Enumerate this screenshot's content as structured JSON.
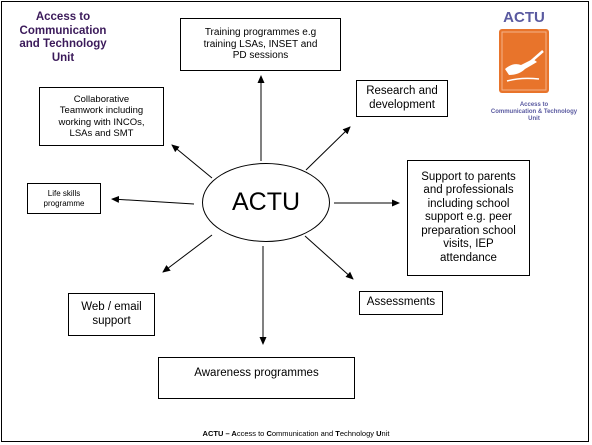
{
  "unit_title": [
    "Access to",
    "Communication",
    "and Technology",
    "Unit"
  ],
  "logo": {
    "title": "ACTU",
    "caption": [
      "Access to",
      "Communication & Technology",
      "Unit"
    ],
    "accent": "#e8742b"
  },
  "hub": "ACTU",
  "boxes": {
    "training": [
      "Training programmes e.g",
      "training LSAs, INSET and",
      "PD sessions"
    ],
    "teamwork": [
      "Collaborative",
      "Teamwork including",
      "working with INCOs,",
      "LSAs and SMT"
    ],
    "research": [
      "Research and",
      "development"
    ],
    "life_skills": [
      "Life skills",
      "programme"
    ],
    "support": [
      "Support to parents",
      "and professionals",
      "including school",
      "support e.g. peer",
      "preparation school",
      "visits, IEP",
      "attendance"
    ],
    "web": [
      "Web / email",
      "support"
    ],
    "assessments": [
      "Assessments"
    ],
    "awareness": [
      "Awareness programmes"
    ]
  },
  "footer": {
    "a1": "ACTU – A",
    "t1": "ccess to ",
    "a2": "C",
    "t2": "ommunication and ",
    "a3": "T",
    "t3": "echnology ",
    "a4": "U",
    "t4": "nit"
  }
}
